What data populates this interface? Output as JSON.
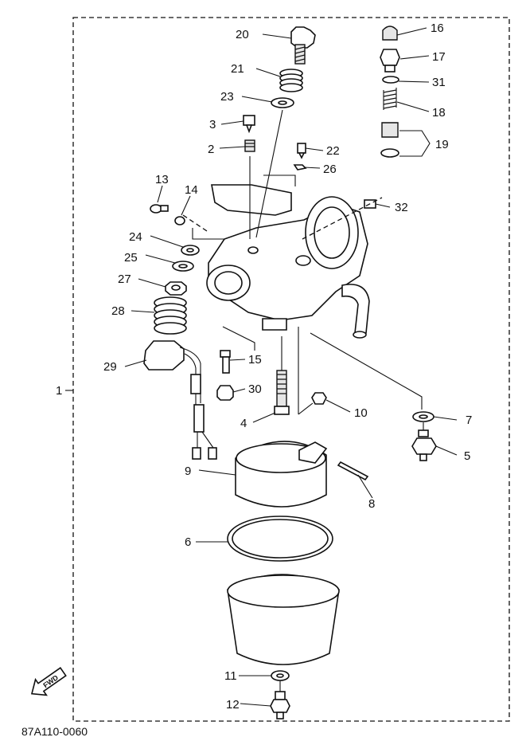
{
  "diagram": {
    "drawing_code": "87A110-0060",
    "direction_label": "FWD",
    "callouts": [
      "1",
      "2",
      "3",
      "4",
      "5",
      "6",
      "7",
      "8",
      "9",
      "10",
      "11",
      "12",
      "13",
      "14",
      "15",
      "16",
      "17",
      "18",
      "19",
      "20",
      "21",
      "22",
      "23",
      "24",
      "25",
      "26",
      "27",
      "28",
      "29",
      "30",
      "31",
      "32"
    ]
  }
}
